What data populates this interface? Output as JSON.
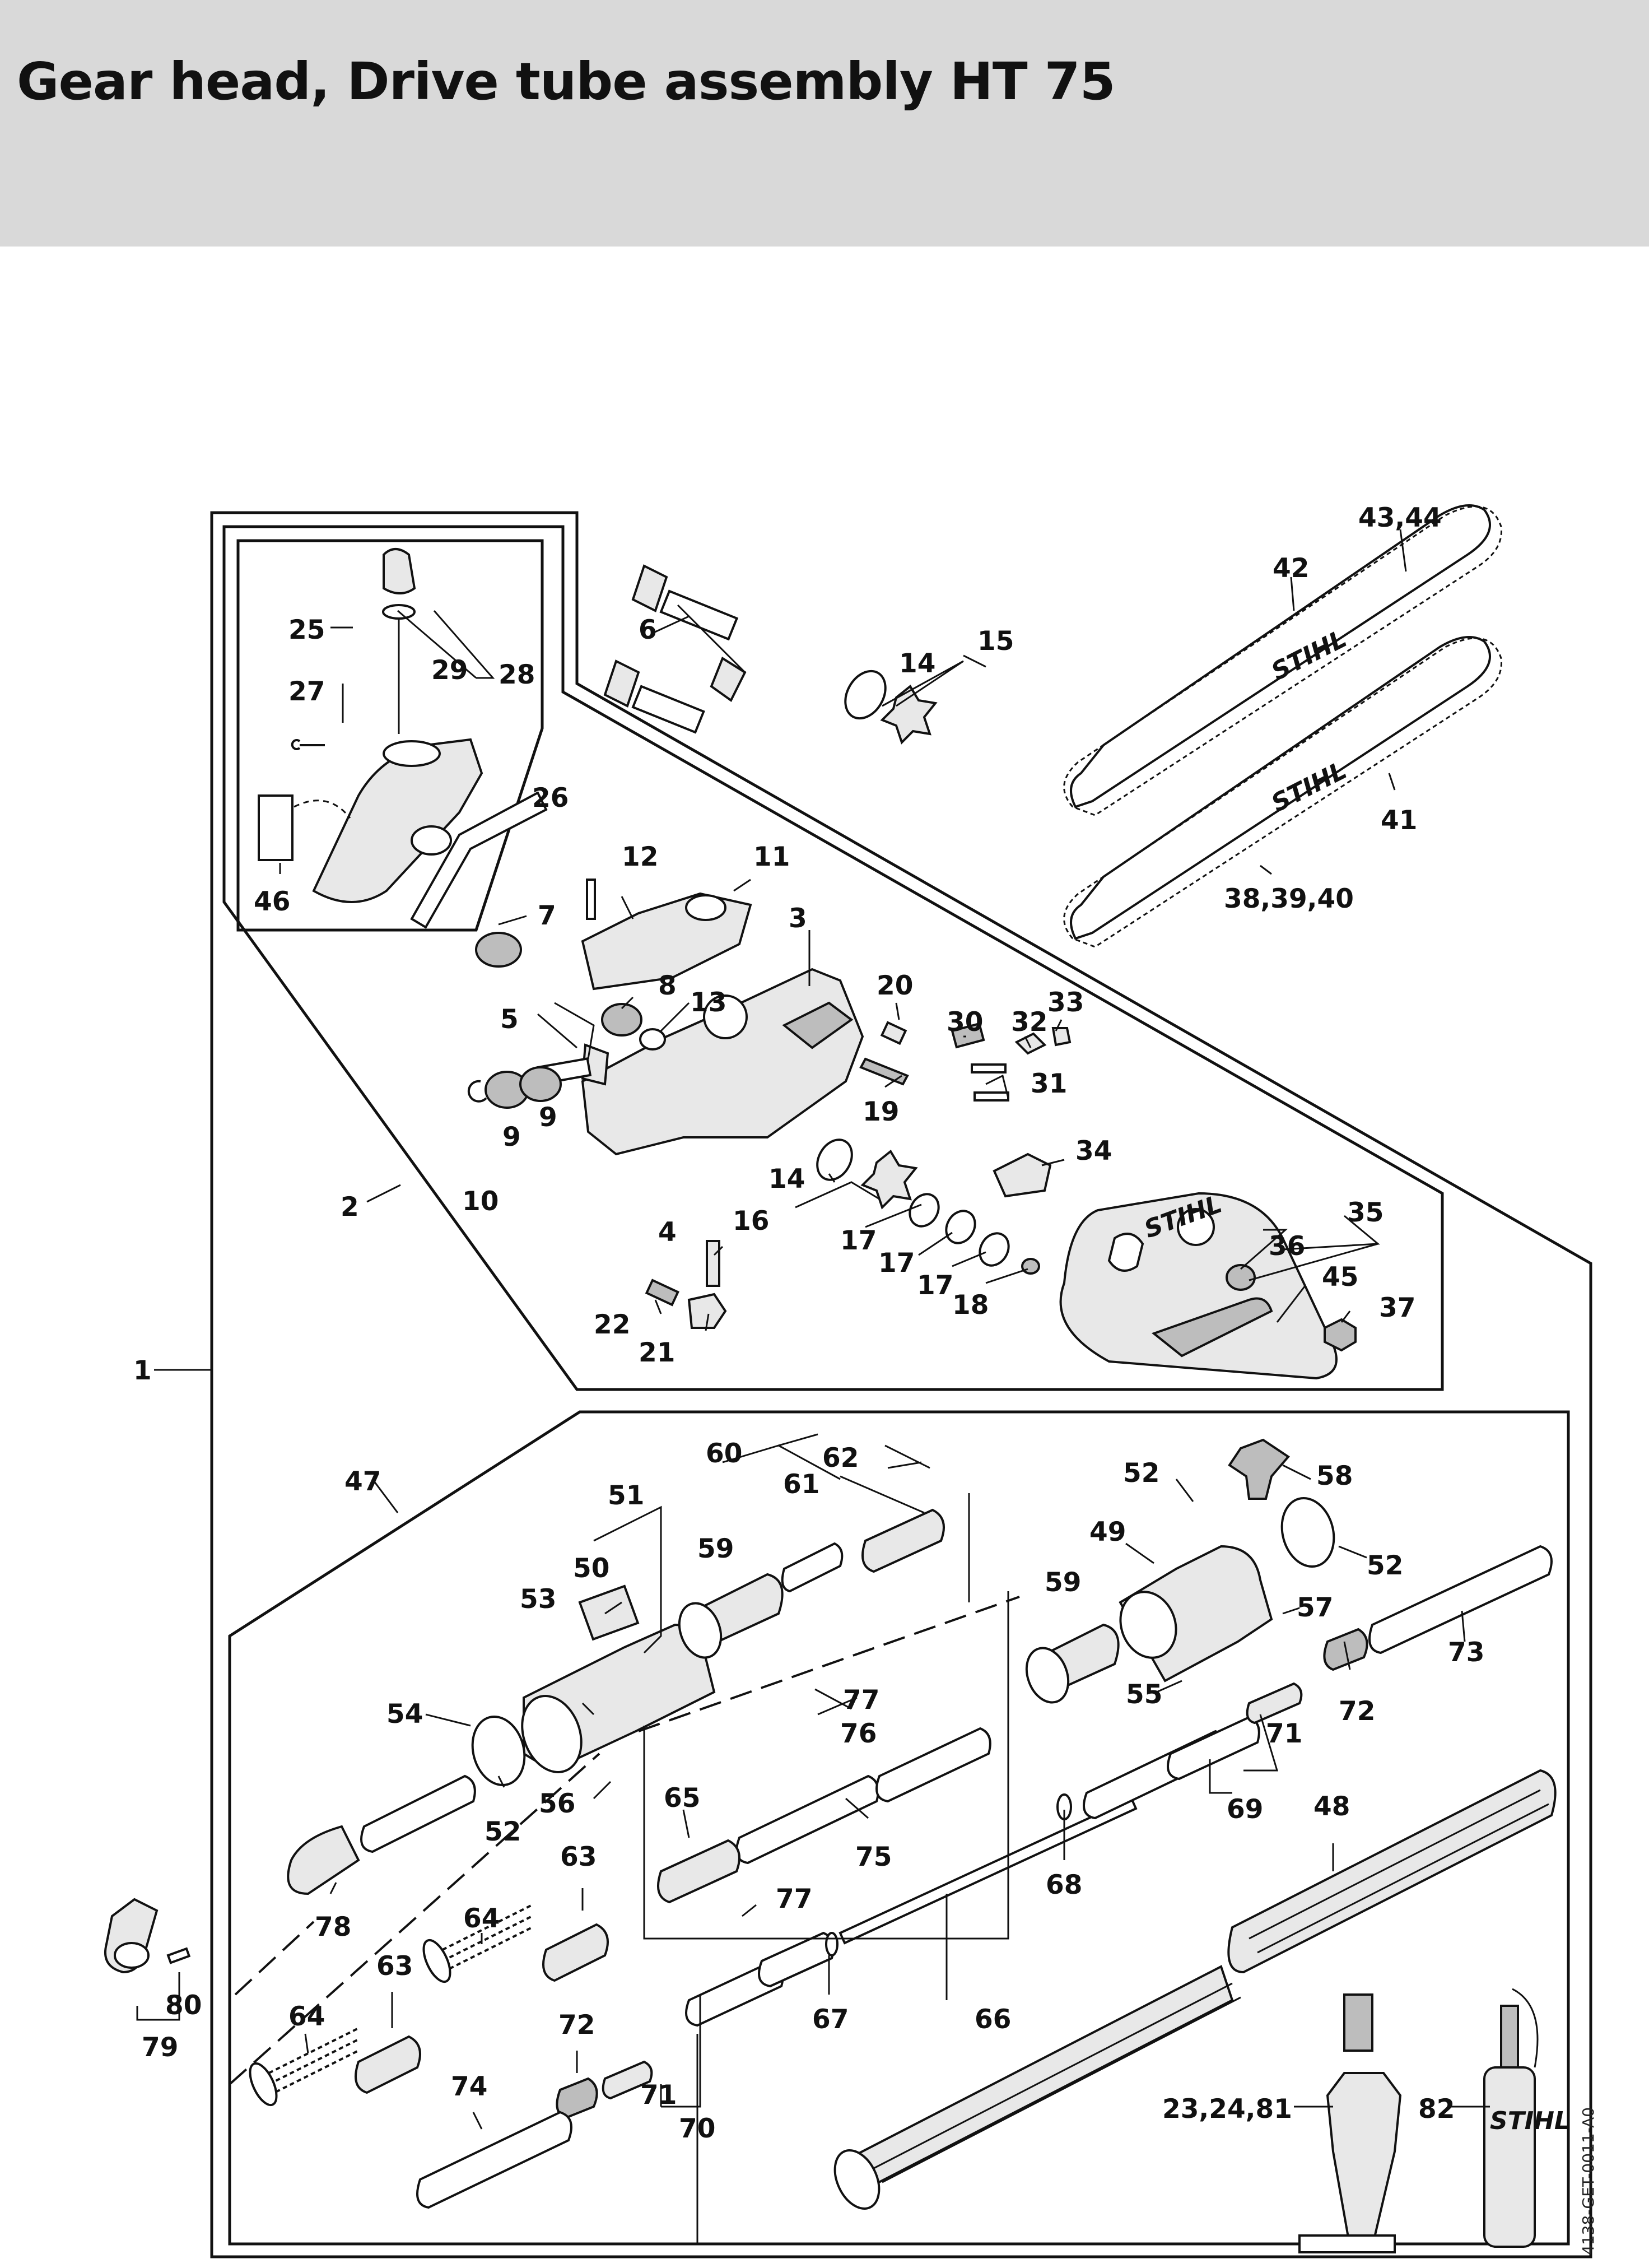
{
  "title": "Gear head, Drive tube assembly HT 75",
  "drawing_code": "4138-GET-0011-A0",
  "brand_mark": "STIHL",
  "labels": {
    "l1": "1",
    "l2": "2",
    "l3": "3",
    "l4": "4",
    "l5": "5",
    "l6": "6",
    "l7": "7",
    "l8": "8",
    "l9a": "9",
    "l9b": "9",
    "l10": "10",
    "l11": "11",
    "l12": "12",
    "l13": "13",
    "l14a": "14",
    "l14b": "14",
    "l15": "15",
    "l16": "16",
    "l17a": "17",
    "l17b": "17",
    "l17c": "17",
    "l18": "18",
    "l19": "19",
    "l20": "20",
    "l21": "21",
    "l22": "22",
    "l23_24_81": "23,24,81",
    "l25": "25",
    "l26": "26",
    "l27": "27",
    "l28": "28",
    "l29": "29",
    "l30": "30",
    "l31": "31",
    "l32": "32",
    "l33": "33",
    "l34": "34",
    "l35": "35",
    "l36": "36",
    "l37": "37",
    "l38_39_40": "38,39,40",
    "l41": "41",
    "l42": "42",
    "l43_44": "43,44",
    "l45": "45",
    "l46": "46",
    "l47": "47",
    "l48": "48",
    "l49": "49",
    "l50": "50",
    "l51": "51",
    "l52a": "52",
    "l52b": "52",
    "l52c": "52",
    "l53": "53",
    "l54": "54",
    "l55": "55",
    "l56": "56",
    "l57": "57",
    "l58": "58",
    "l59a": "59",
    "l59b": "59",
    "l60": "60",
    "l61": "61",
    "l62": "62",
    "l63a": "63",
    "l63b": "63",
    "l64a": "64",
    "l64b": "64",
    "l65": "65",
    "l66": "66",
    "l67": "67",
    "l68": "68",
    "l69": "69",
    "l70": "70",
    "l71a": "71",
    "l71b": "71",
    "l72a": "72",
    "l72b": "72",
    "l73": "73",
    "l74": "74",
    "l75": "75",
    "l76": "76",
    "l77a": "77",
    "l77b": "77",
    "l78": "78",
    "l79": "79",
    "l80": "80",
    "l82": "82"
  }
}
